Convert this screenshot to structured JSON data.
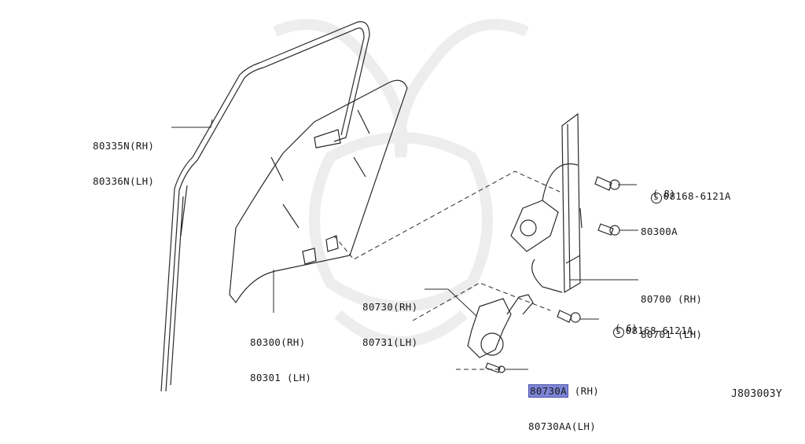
{
  "diagram_id": "J803003Y",
  "parts": {
    "sash": {
      "rh": "80335N(RH)",
      "lh": "80336N(LH)"
    },
    "glass": {
      "rh": "80300(RH)",
      "lh": "80301 (LH)"
    },
    "regulator": {
      "rh": "80700 (RH)",
      "lh": "80701 (LH)"
    },
    "motor": {
      "rh": "80730(RH)",
      "lh": "80731(LH)"
    },
    "bolt_upper": {
      "ref": "S",
      "code": "08168-6121A",
      "qty": "( 8)"
    },
    "bolt_lower": {
      "ref": "S",
      "code": "08168-6121A",
      "qty": "( 6)"
    },
    "nut": {
      "code": "80300A"
    },
    "screw": {
      "rh_code": "80730A",
      "rh_suffix": " (RH)",
      "lh": "80730AA(LH)"
    }
  },
  "colors": {
    "line": "#2a2a2a",
    "highlight": "#7e86d8",
    "watermark": "#ececec"
  }
}
